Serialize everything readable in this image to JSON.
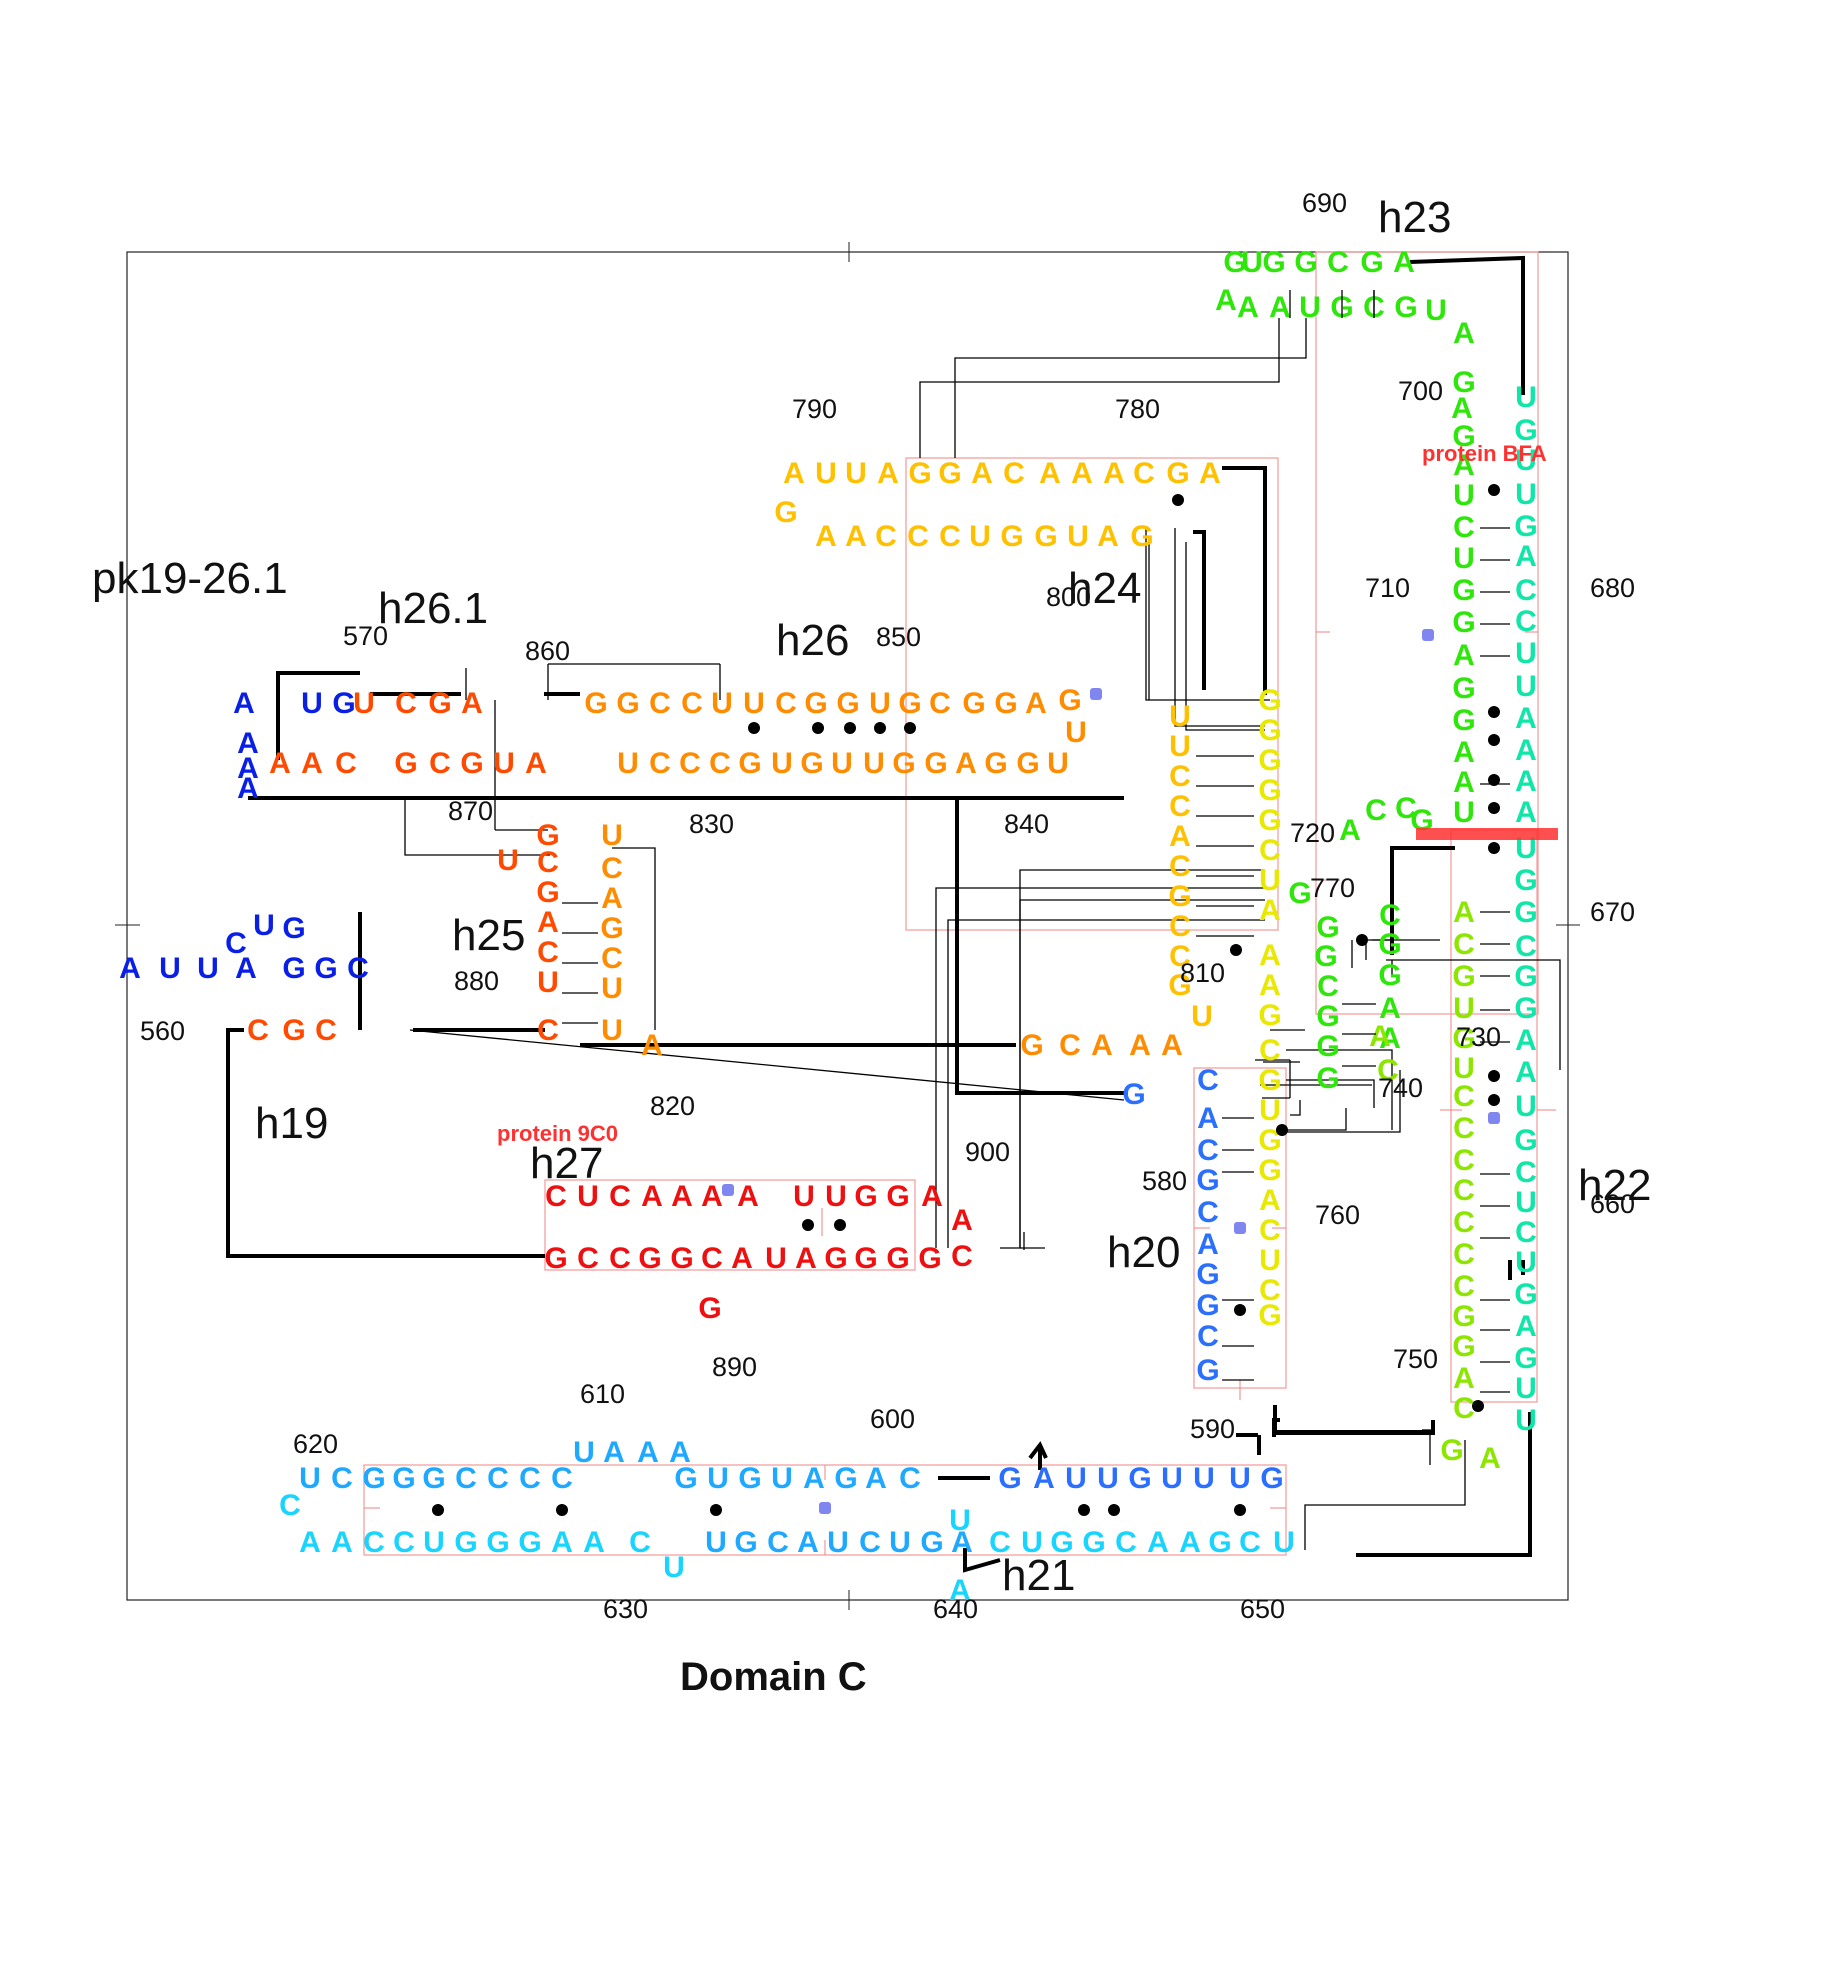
{
  "title": "Domain C",
  "helix_labels": [
    "pk19-26.1",
    "h26.1",
    "h26",
    "h24",
    "h23",
    "h25",
    "h19",
    "h27",
    "h20",
    "h22",
    "h21"
  ],
  "protein_labels": [
    "protein BFA",
    "protein 9C0"
  ],
  "position_numbers": [
    "560",
    "570",
    "580",
    "590",
    "600",
    "610",
    "620",
    "630",
    "640",
    "650",
    "660",
    "670",
    "680",
    "690",
    "700",
    "710",
    "720",
    "730",
    "740",
    "750",
    "760",
    "770",
    "780",
    "790",
    "800",
    "810",
    "820",
    "830",
    "840",
    "850",
    "860",
    "870",
    "880",
    "890",
    "900"
  ],
  "colors": {
    "blue": "#0a1fe6",
    "orange_red": "#ff4a00",
    "orange": "#ff8c00",
    "amber": "#ffc000",
    "yellow": "#e8e800",
    "green": "#2ee60a",
    "lime": "#8ce600",
    "teal": "#10e6a8",
    "sky": "#1fa8ff",
    "cyan": "#18d4ff",
    "red": "#ee1010",
    "mid_blue": "#2b6fff",
    "protein": "#ff3030"
  },
  "segments": [
    {
      "color": "blue",
      "letters": [
        "A",
        "U",
        "U",
        "A",
        "C",
        "U",
        "G",
        "G",
        "G",
        "C"
      ]
    },
    {
      "color": "blue",
      "letters": [
        "A",
        "U",
        "G",
        "A",
        "A",
        "A"
      ]
    },
    {
      "color": "orange_red",
      "letters": [
        "U",
        "C",
        "G",
        "A",
        "A",
        "A",
        "C",
        "G",
        "C",
        "G",
        "U",
        "A",
        "G",
        "U",
        "C",
        "G",
        "A",
        "C",
        "U",
        "C",
        "C",
        "G",
        "C"
      ]
    },
    {
      "color": "orange",
      "letters": [
        "G",
        "G",
        "C",
        "C",
        "U",
        "U",
        "C",
        "G",
        "G",
        "U",
        "G",
        "C",
        "G",
        "G",
        "A",
        "G",
        "U",
        "U",
        "G",
        "G",
        "A",
        "G",
        "G",
        "U",
        "U",
        "G",
        "U",
        "G",
        "C",
        "C",
        "C",
        "U",
        "U",
        "C",
        "A",
        "G",
        "C",
        "U",
        "U",
        "A",
        "G",
        "C",
        "A",
        "A",
        "A"
      ]
    },
    {
      "color": "amber",
      "letters": [
        "A",
        "U",
        "U",
        "A",
        "G",
        "G",
        "A",
        "C",
        "A",
        "A",
        "A",
        "C",
        "G",
        "A",
        "G",
        "A",
        "A",
        "C",
        "C",
        "C",
        "U",
        "G",
        "G",
        "U",
        "A",
        "G",
        "U",
        "U",
        "C",
        "C",
        "A",
        "C",
        "G",
        "C",
        "C",
        "G",
        "U"
      ]
    },
    {
      "color": "yellow",
      "letters": [
        "G",
        "G",
        "G",
        "G",
        "G",
        "C",
        "U",
        "A",
        "A",
        "A",
        "G",
        "C",
        "G",
        "U",
        "G",
        "G",
        "A",
        "C",
        "U",
        "C",
        "G"
      ]
    },
    {
      "color": "green",
      "letters": [
        "G",
        "U",
        "G",
        "G",
        "C",
        "G",
        "A",
        "A",
        "A",
        "A",
        "U",
        "G",
        "C",
        "G",
        "U",
        "A",
        "G",
        "A",
        "G",
        "A",
        "U",
        "C",
        "U",
        "G",
        "G",
        "A",
        "G",
        "G",
        "A",
        "A",
        "U",
        "C",
        "C",
        "A",
        "G",
        "G",
        "G",
        "G",
        "C",
        "G",
        "G",
        "G",
        "C",
        "G",
        "G",
        "A",
        "A"
      ]
    },
    {
      "color": "lime",
      "letters": [
        "U",
        "C",
        "C",
        "C",
        "C",
        "C",
        "C",
        "C",
        "G",
        "G",
        "A",
        "C",
        "G",
        "A",
        "G",
        "A",
        "C",
        "U",
        "G",
        "C",
        "A"
      ]
    },
    {
      "color": "teal",
      "letters": [
        "U",
        "G",
        "U",
        "U",
        "G",
        "A",
        "C",
        "C",
        "U",
        "U",
        "A",
        "A",
        "A",
        "A",
        "U",
        "G",
        "G",
        "C",
        "G",
        "G",
        "A",
        "A",
        "U",
        "G",
        "C",
        "U",
        "C",
        "U",
        "G",
        "A",
        "G",
        "U",
        "U"
      ]
    },
    {
      "color": "sky",
      "letters": [
        "U",
        "C",
        "G",
        "G",
        "G",
        "C",
        "C",
        "C",
        "C",
        "U",
        "A",
        "A",
        "A",
        "G",
        "U",
        "G",
        "U",
        "A",
        "G",
        "A",
        "C",
        "U",
        "G",
        "C",
        "A",
        "U",
        "C",
        "U",
        "G",
        "A"
      ]
    },
    {
      "color": "cyan",
      "letters": [
        "C",
        "A",
        "A",
        "C",
        "C",
        "U",
        "G",
        "G",
        "G",
        "A",
        "A",
        "C",
        "U",
        "U",
        "C",
        "U",
        "G",
        "G",
        "C",
        "A",
        "A",
        "G",
        "C",
        "U",
        "A"
      ]
    },
    {
      "color": "red",
      "letters": [
        "C",
        "U",
        "C",
        "A",
        "A",
        "A",
        "A",
        "U",
        "U",
        "G",
        "G",
        "A",
        "A",
        "C",
        "G",
        "G",
        "G",
        "G",
        "A",
        "U",
        "A",
        "C",
        "G",
        "G",
        "C",
        "C",
        "G",
        "G"
      ]
    },
    {
      "color": "mid_blue",
      "letters": [
        "G",
        "A",
        "U",
        "U",
        "G",
        "U",
        "U",
        "U",
        "G",
        "G",
        "C",
        "A",
        "C",
        "G",
        "C",
        "A",
        "G",
        "G",
        "C",
        "G"
      ]
    }
  ]
}
